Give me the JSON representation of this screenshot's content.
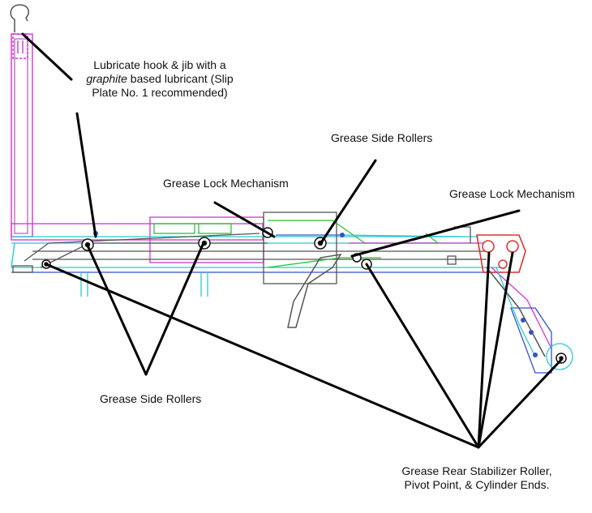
{
  "labels": {
    "hook_line1": "Lubricate hook & jib with a",
    "hook_line2_italic": "graphite",
    "hook_line2_rest": " based lubricant (Slip",
    "hook_line3": "Plate No. 1 recommended)",
    "side_rollers_top": "Grease Side Rollers",
    "lock_mechanism_left": "Grease Lock Mechanism",
    "lock_mechanism_right": "Grease Lock Mechanism",
    "side_rollers_bottom": "Grease Side Rollers",
    "rear_line1": "Grease Rear Stabilizer Roller,",
    "rear_line2": "Pivot Point, & Cylinder Ends."
  },
  "colors": {
    "leader": "#000000",
    "magenta": "#d233d2",
    "green": "#27c43a",
    "cyan": "#28c8d8",
    "blue": "#3050d0",
    "red": "#e03030",
    "gray": "#555555"
  }
}
